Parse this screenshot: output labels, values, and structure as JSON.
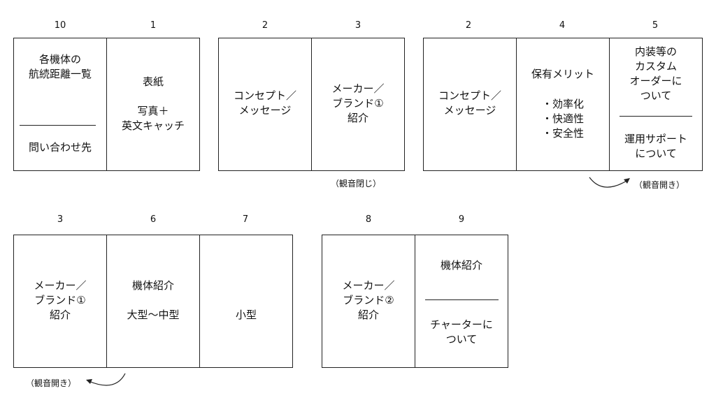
{
  "row1": {
    "groupA": {
      "p1": {
        "number": "10",
        "top": "各機体の\n航続距離一覧",
        "bottom": "問い合わせ先"
      },
      "p2": {
        "number": "1",
        "text": "表紙\n\n写真＋\n英文キャッチ"
      }
    },
    "groupB": {
      "p1": {
        "number": "2",
        "text": "コンセプト／\nメッセージ"
      },
      "p2": {
        "number": "3",
        "text": "メーカー／\nブランド①\n紹介"
      },
      "note": "（観音閉じ）"
    },
    "groupC": {
      "p1": {
        "number": "2",
        "text": "コンセプト／\nメッセージ"
      },
      "p2": {
        "number": "4",
        "title": "保有メリット",
        "list": "・効率化\n・快適性\n・安全性"
      },
      "p3": {
        "number": "5",
        "top": "内装等の\nカスタム\nオーダーに\nついて",
        "bottom": "運用サポート\nについて"
      },
      "note": "（観音開き）"
    }
  },
  "row2": {
    "groupD": {
      "p1": {
        "number": "3",
        "text": "メーカー／\nブランド①\n紹介"
      },
      "p2": {
        "number": "6",
        "text": "機体紹介\n\n大型～中型"
      },
      "p3": {
        "number": "7",
        "text": "小型"
      },
      "note": "（観音開き）"
    },
    "groupE": {
      "p1": {
        "number": "8",
        "text": "メーカー／\nブランド②\n紹介"
      },
      "p2": {
        "number": "9",
        "top": "機体紹介",
        "bottom": "チャーターに\nついて"
      }
    }
  },
  "colors": {
    "line": "#222222",
    "text": "#111111",
    "background": "#ffffff"
  },
  "icons": [
    "curved-arrow-icon"
  ]
}
